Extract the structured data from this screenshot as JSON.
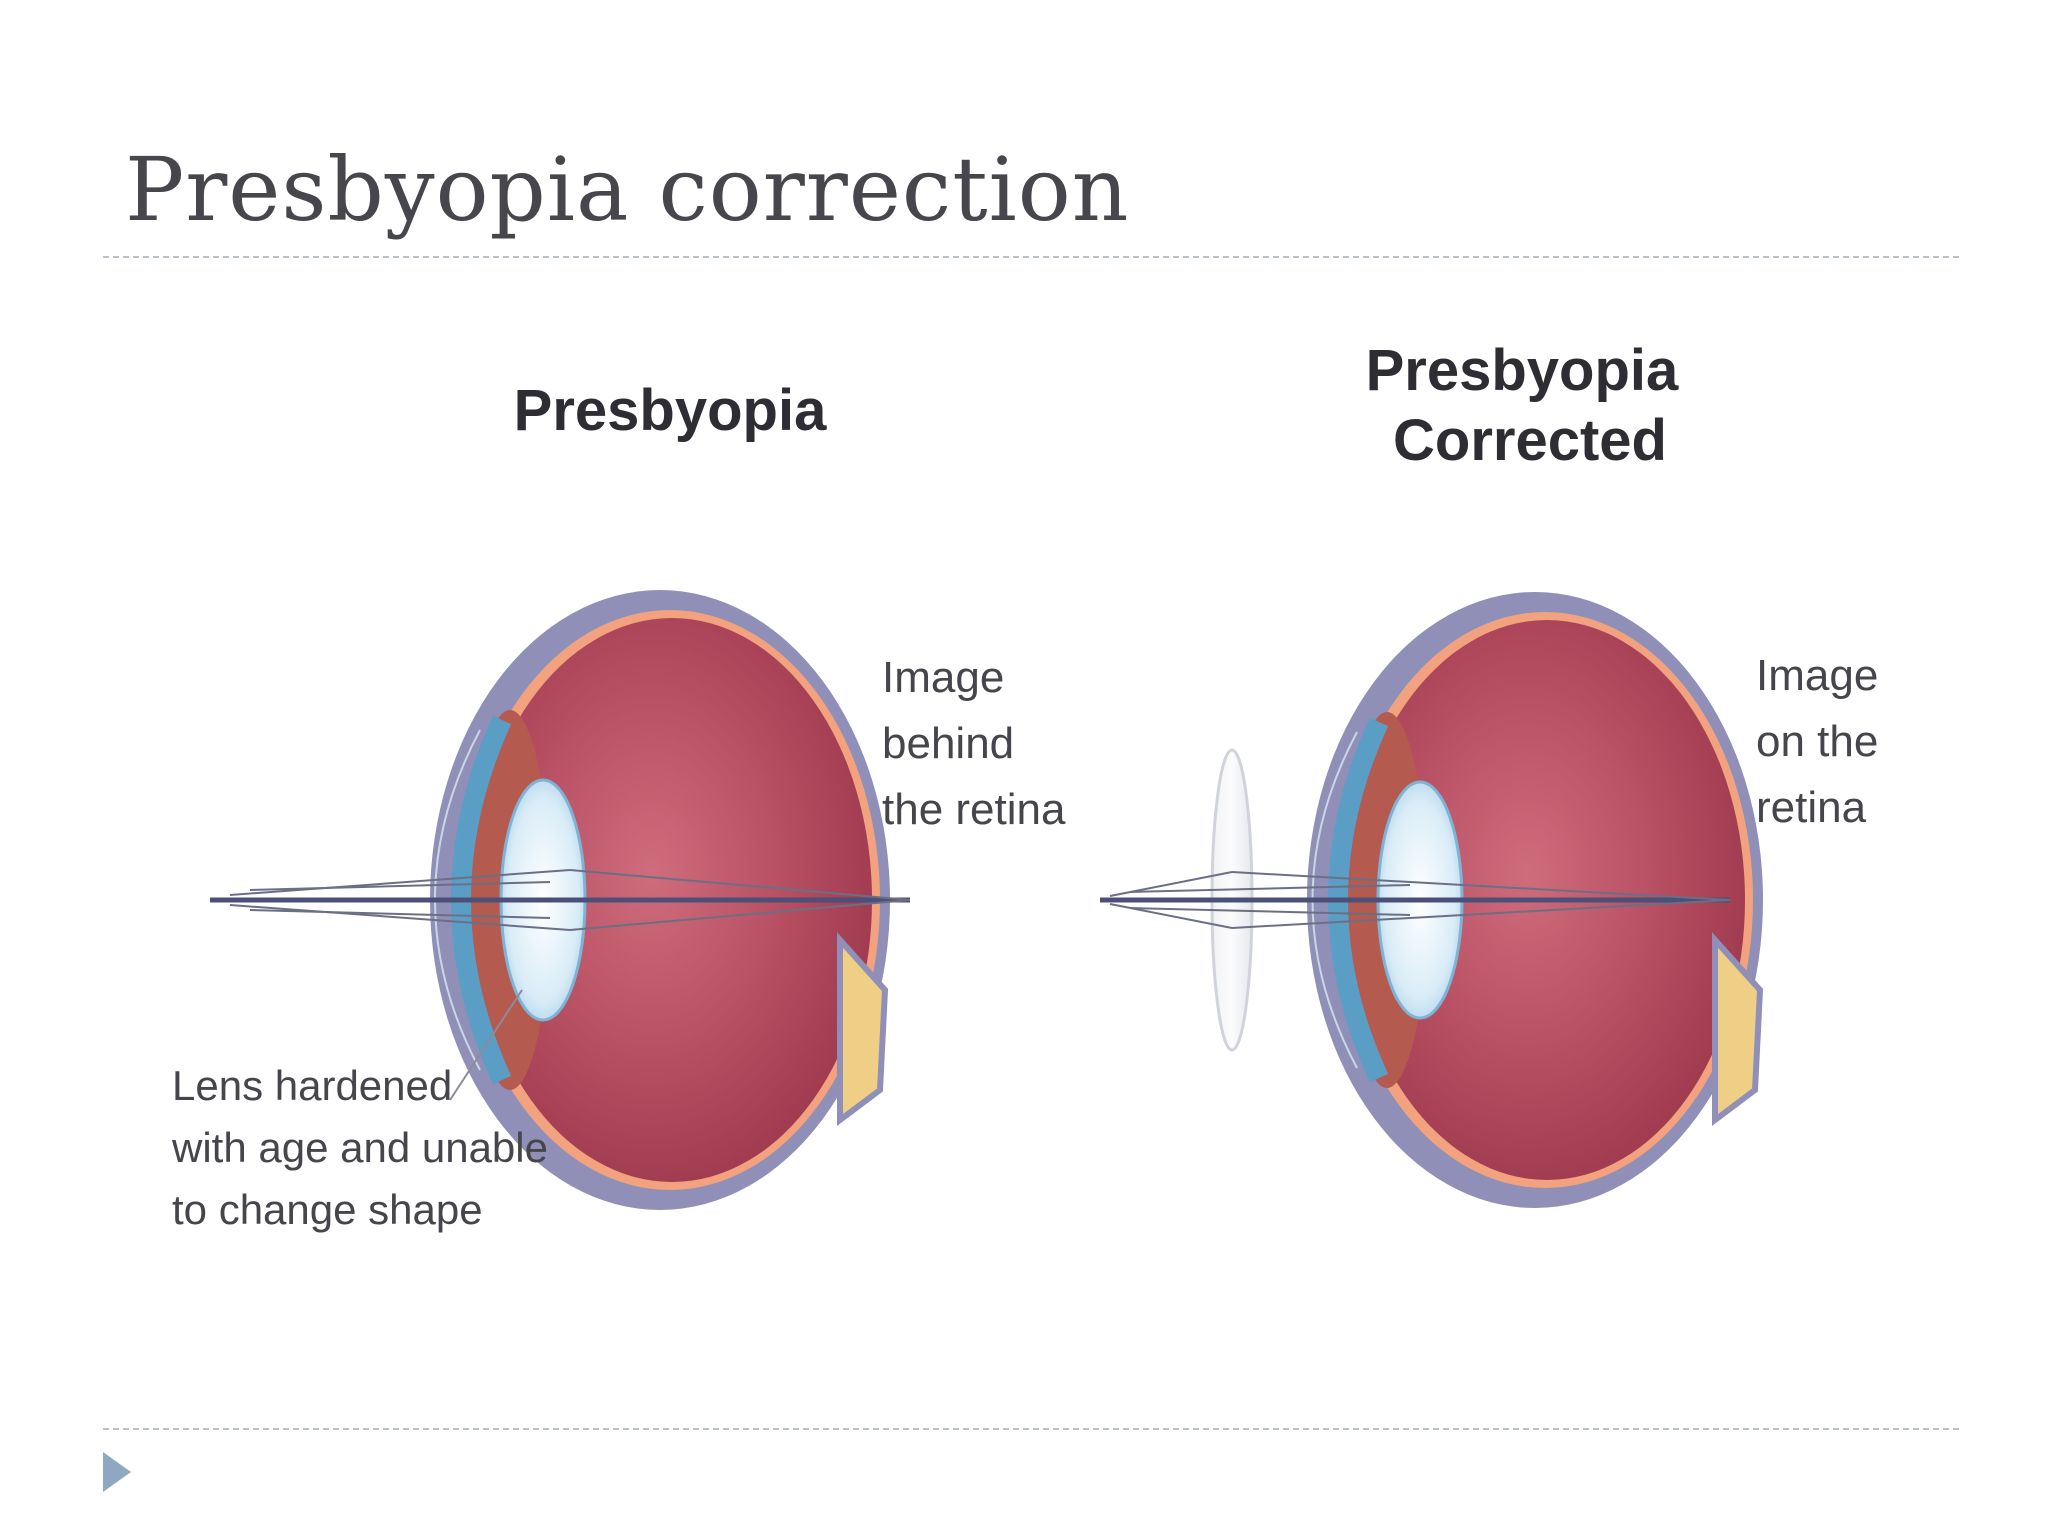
{
  "slide": {
    "title": "Presbyopia correction"
  },
  "diagram": {
    "left_eye": {
      "heading": "Presbyopia",
      "image_note": [
        "Image",
        "behind",
        "the retina"
      ],
      "lens_note": [
        "Lens hardened",
        "with age and unable",
        "to change shape"
      ]
    },
    "right_eye": {
      "heading": [
        "Presbyopia",
        "Corrected"
      ],
      "image_note": [
        "Image",
        "on the",
        "retina"
      ]
    }
  },
  "colors": {
    "title": "#46464c",
    "rule": "#b9c2cc",
    "nav_arrow": "#8fa7c3",
    "eye_interior": "#b24a5e",
    "sclera": "#8f8fb8",
    "retina": "#f2a27e",
    "optic_nerve": "#efcf86",
    "cornea": "#5a9ec6",
    "lens": "#d9ecf7"
  },
  "icons": {
    "nav": "play-triangle-icon"
  }
}
